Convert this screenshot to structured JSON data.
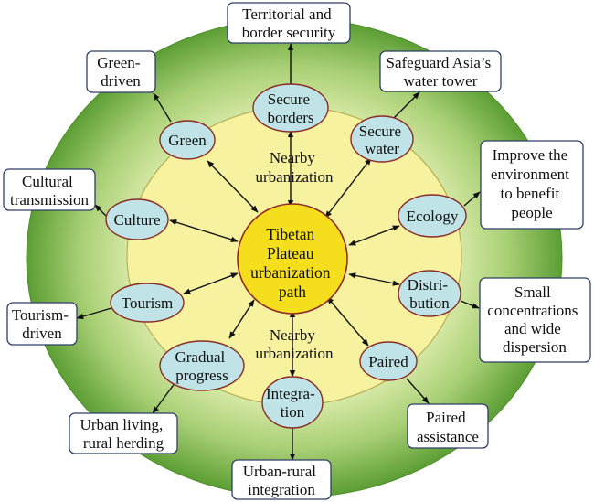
{
  "center": {
    "lines": [
      "Tibetan",
      "Plateau",
      "urbanization",
      "path"
    ]
  },
  "ring_labels": [
    {
      "id": "nearby-top",
      "lines": [
        "Nearby",
        "urbanization"
      ]
    },
    {
      "id": "nearby-bottom",
      "lines": [
        "Nearby",
        "urbanization"
      ]
    }
  ],
  "nodes": [
    {
      "id": "secure-borders",
      "lines": [
        "Secure",
        "borders"
      ]
    },
    {
      "id": "secure-water",
      "lines": [
        "Secure",
        "water"
      ]
    },
    {
      "id": "ecology",
      "lines": [
        "Ecology"
      ]
    },
    {
      "id": "distribution",
      "lines": [
        "Distri-",
        "bution"
      ]
    },
    {
      "id": "paired",
      "lines": [
        "Paired"
      ]
    },
    {
      "id": "integration",
      "lines": [
        "Integra-",
        "tion"
      ]
    },
    {
      "id": "gradual-progress",
      "lines": [
        "Gradual",
        "progress"
      ]
    },
    {
      "id": "tourism",
      "lines": [
        "Tourism"
      ]
    },
    {
      "id": "culture",
      "lines": [
        "Culture"
      ]
    },
    {
      "id": "green",
      "lines": [
        "Green"
      ]
    }
  ],
  "outcomes": [
    {
      "id": "territorial-security",
      "lines": [
        "Territorial and",
        "border security"
      ]
    },
    {
      "id": "safeguard-water-tower",
      "lines": [
        "Safeguard Asia’s",
        "water tower"
      ]
    },
    {
      "id": "improve-environment",
      "lines": [
        "Improve the",
        "environment",
        "to benefit",
        "people"
      ]
    },
    {
      "id": "small-concentrations",
      "lines": [
        "Small",
        "concentrations",
        "and wide",
        "dispersion"
      ]
    },
    {
      "id": "paired-assistance",
      "lines": [
        "Paired",
        "assistance"
      ]
    },
    {
      "id": "urban-rural-integration",
      "lines": [
        "Urban-rural",
        "integration"
      ]
    },
    {
      "id": "urban-living-rural-herding",
      "lines": [
        "Urban living,",
        "rural herding"
      ]
    },
    {
      "id": "tourism-driven",
      "lines": [
        "Tourism-",
        "driven"
      ]
    },
    {
      "id": "cultural-transmission",
      "lines": [
        "Cultural",
        "transmission"
      ]
    },
    {
      "id": "green-driven",
      "lines": [
        "Green-",
        "driven"
      ]
    }
  ],
  "colors": {
    "outer_ring": "#6ca83e",
    "inner_ring": "#f7f2a0",
    "center_fill": "#f5de1e",
    "node_fill": "#bfe3e6",
    "node_stroke": "#8b2b25",
    "box_stroke": "#2e3f66"
  }
}
